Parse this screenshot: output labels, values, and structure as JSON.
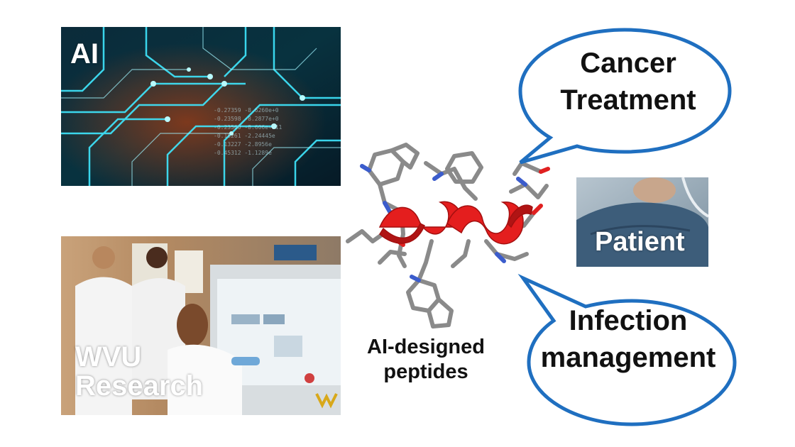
{
  "panels": {
    "ai": {
      "label": "AI"
    },
    "wvu": {
      "label_line1": "WVU",
      "label_line2": "Research"
    },
    "patient": {
      "label": "Patient"
    }
  },
  "bubbles": {
    "cancer": {
      "line1": "Cancer",
      "line2": "Treatment"
    },
    "infection": {
      "line1": "Infection",
      "line2": "management"
    }
  },
  "molecule": {
    "caption_line1": "AI-designed",
    "caption_line2": "peptides"
  },
  "colors": {
    "bubble_border": "#1f6fc0",
    "helix": "#e41e1e",
    "circuit_glow": "#3fe8ff",
    "sidechain": "#8a8a8a"
  }
}
